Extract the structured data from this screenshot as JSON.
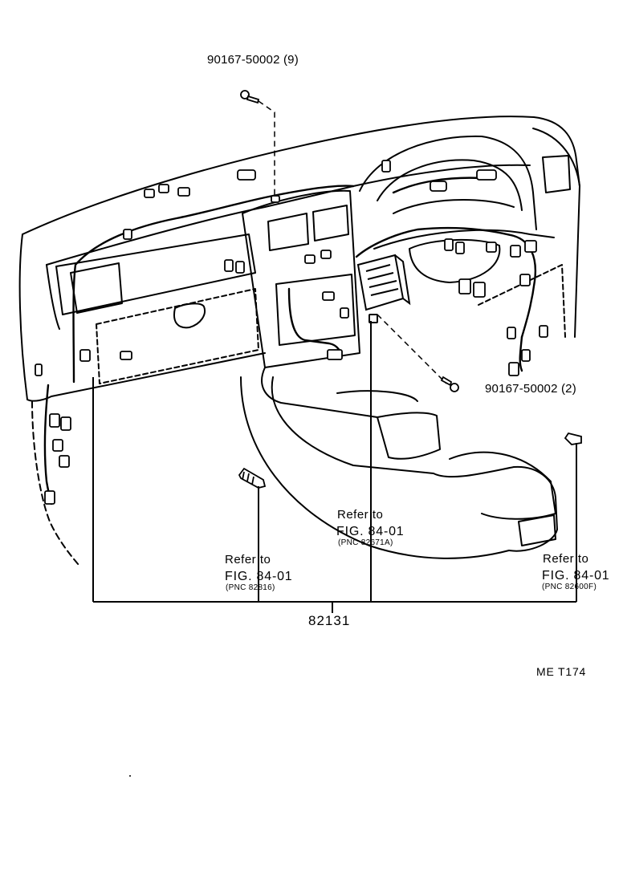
{
  "diagram": {
    "part_numbers": {
      "bolt_top": "90167-50002 (9)",
      "bolt_right": "90167-50002 (2)",
      "main_harness": "82131"
    },
    "references": {
      "left": {
        "refer": "Refer to",
        "fig": "FIG. 84-01",
        "pnc": "(PNC 82816)"
      },
      "center": {
        "refer": "Refer to",
        "fig": "FIG. 84-01",
        "pnc": "(PNC 82671A)"
      },
      "right": {
        "refer": "Refer to",
        "fig": "FIG. 84-01",
        "pnc": "(PNC 82600F)"
      }
    },
    "figure_code": "ME  T174",
    "colors": {
      "ink": "#000000",
      "paper": "#ffffff"
    }
  }
}
